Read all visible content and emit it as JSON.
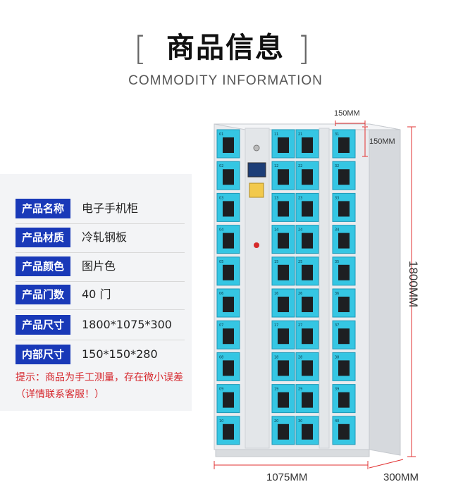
{
  "header": {
    "title": "商品信息",
    "subtitle": "COMMODITY INFORMATION"
  },
  "specs": [
    {
      "label": "产品名称",
      "value": "电子手机柜"
    },
    {
      "label": "产品材质",
      "value": "冷轧钢板"
    },
    {
      "label": "产品颜色",
      "value": "图片色"
    },
    {
      "label": "产品门数",
      "value": "40 门"
    },
    {
      "label": "产品尺寸",
      "value": "1800*1075*300"
    },
    {
      "label": "内部尺寸",
      "value": "150*150*280"
    }
  ],
  "note": "提示：商品为手工测量，存在微小误差（详情联系客服！）",
  "dimensions": {
    "door_width": "150MM",
    "door_height": "150MM",
    "height": "1800MM",
    "width": "1075MM",
    "depth": "300MM"
  },
  "locker_numbers": {
    "col1": [
      "01",
      "02",
      "03",
      "04",
      "05",
      "06",
      "07",
      "08",
      "09",
      "10"
    ],
    "col2": [
      "11",
      "12",
      "13",
      "14",
      "15",
      "16",
      "17",
      "18",
      "19",
      "20"
    ],
    "col3": [
      "21",
      "22",
      "23",
      "24",
      "25",
      "26",
      "27",
      "28",
      "29",
      "30"
    ],
    "col4": [
      "31",
      "32",
      "33",
      "34",
      "35",
      "36",
      "37",
      "38",
      "39",
      "40"
    ]
  },
  "colors": {
    "accent_blue": "#1939b8",
    "note_red": "#d6262c",
    "door_cyan": "#35c6e3",
    "dimension_red": "#e23030",
    "cabinet_gray": "#e9ebee"
  }
}
